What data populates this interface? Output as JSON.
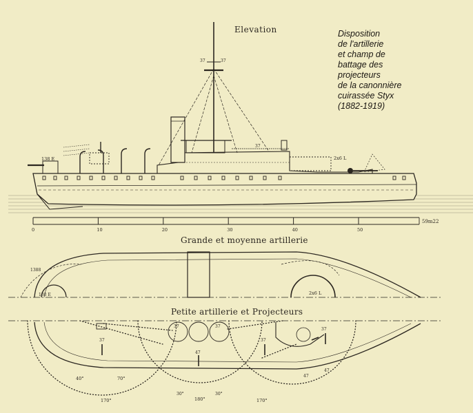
{
  "views": {
    "elevation": "Elevation",
    "plan_main": "Grande et moyenne artillerie",
    "plan_small": "Petite artillerie et Projecteurs"
  },
  "caption": {
    "lines": [
      "Disposition",
      "de l'artillerie",
      "et champ de",
      "battage des",
      "projecteurs",
      "de la canonnière",
      "cuirassée Styx",
      "(1882-1919)"
    ]
  },
  "scale": {
    "ticks": [
      "0",
      "10",
      "20",
      "30",
      "40",
      "50"
    ],
    "end_label": "59m22"
  },
  "elevation_labels": {
    "bow_gun": "138 E",
    "stern_gun": "2x6 L",
    "mast_top": "37",
    "mast_mid": "37",
    "bridge": "37"
  },
  "plan_main_labels": {
    "bow_gun": "138 E",
    "stern_gun": "2x6 L",
    "bow_arc": "1388"
  },
  "plan_small_labels": {
    "arc_170_left": "170°",
    "arc_180": "180°",
    "arc_170_right": "170°",
    "arc_30_left": "30°",
    "arc_30_right": "30°",
    "arc_70": "70°",
    "arc_40": "40°",
    "mg_1": "37",
    "mg_2": "37",
    "mg_3": "47",
    "mg_4": "37",
    "mg_5": "37",
    "mg_6": "37",
    "mg_7": "47",
    "mg_8": "47"
  },
  "colors": {
    "paper": "#f1ecc6",
    "ink": "#2b2620",
    "water": "#9a9480"
  }
}
